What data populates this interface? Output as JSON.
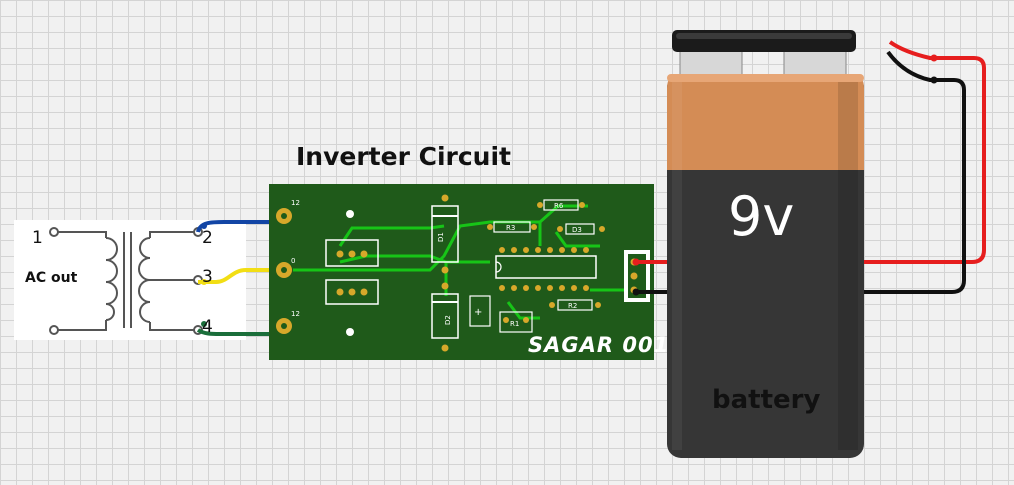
{
  "diagram": {
    "title": "Inverter Circuit",
    "transformer": {
      "label": "AC out",
      "pins": [
        "1",
        "2",
        "3",
        "4"
      ]
    },
    "pcb": {
      "brand": "SAGAR 001",
      "components": [
        "D1",
        "D2",
        "D3",
        "R1",
        "R2",
        "R3",
        "R6"
      ],
      "terminal_labels": [
        "12",
        "0",
        "12"
      ]
    },
    "battery": {
      "voltage": "9v",
      "label": "battery"
    },
    "colors": {
      "pcb": "#1f5a1a",
      "trace": "#17c417",
      "pad": "#d7a82a",
      "wire_blue": "#1245a5",
      "wire_yellow": "#f2de14",
      "wire_green": "#1a6e3a",
      "wire_red": "#e61e1e",
      "wire_black": "#111111",
      "battery_top": "#d48c55",
      "battery_body": "#363636"
    }
  }
}
